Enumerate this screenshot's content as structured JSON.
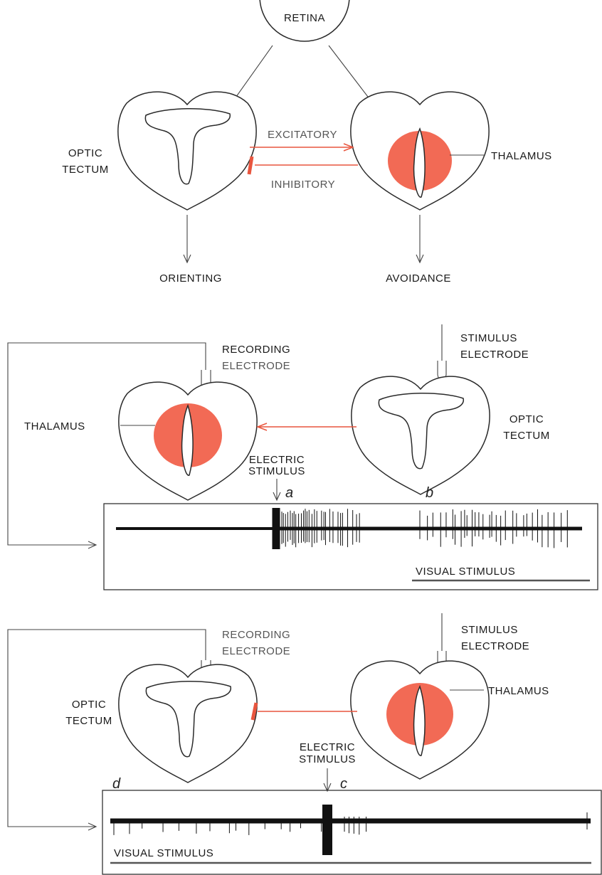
{
  "colors": {
    "accent": "#f26a55",
    "line": "#2a2a2a",
    "trace": "#111111"
  },
  "panel_top": {
    "retina": "RETINA",
    "optic_tectum_line1": "OPTIC",
    "optic_tectum_line2": "TECTUM",
    "thalamus": "THALAMUS",
    "excitatory": "EXCITATORY",
    "inhibitory": "INHIBITORY",
    "orienting": "ORIENTING",
    "avoidance": "AVOIDANCE"
  },
  "panel_middle": {
    "recording_line1": "RECORDING",
    "recording_line2": "ELECTRODE",
    "stimulus_line1": "STIMULUS",
    "stimulus_line2": "ELECTRODE",
    "thalamus": "THALAMUS",
    "optic_tectum_line1": "OPTIC",
    "optic_tectum_line2": "TECTUM",
    "electric_line1": "ELECTRIC",
    "electric_line2": "STIMULUS",
    "mark_a": "a",
    "mark_b": "b",
    "visual_stimulus": "VISUAL STIMULUS"
  },
  "panel_bottom": {
    "recording_line1": "RECORDING",
    "recording_line2": "ELECTRODE",
    "stimulus_line1": "STIMULUS",
    "stimulus_line2": "ELECTRODE",
    "optic_tectum_line1": "OPTIC",
    "optic_tectum_line2": "TECTUM",
    "thalamus": "THALAMUS",
    "electric_line1": "ELECTRIC",
    "electric_line2": "STIMULUS",
    "mark_c": "c",
    "mark_d": "d",
    "visual_stimulus": "VISUAL STIMULUS"
  }
}
